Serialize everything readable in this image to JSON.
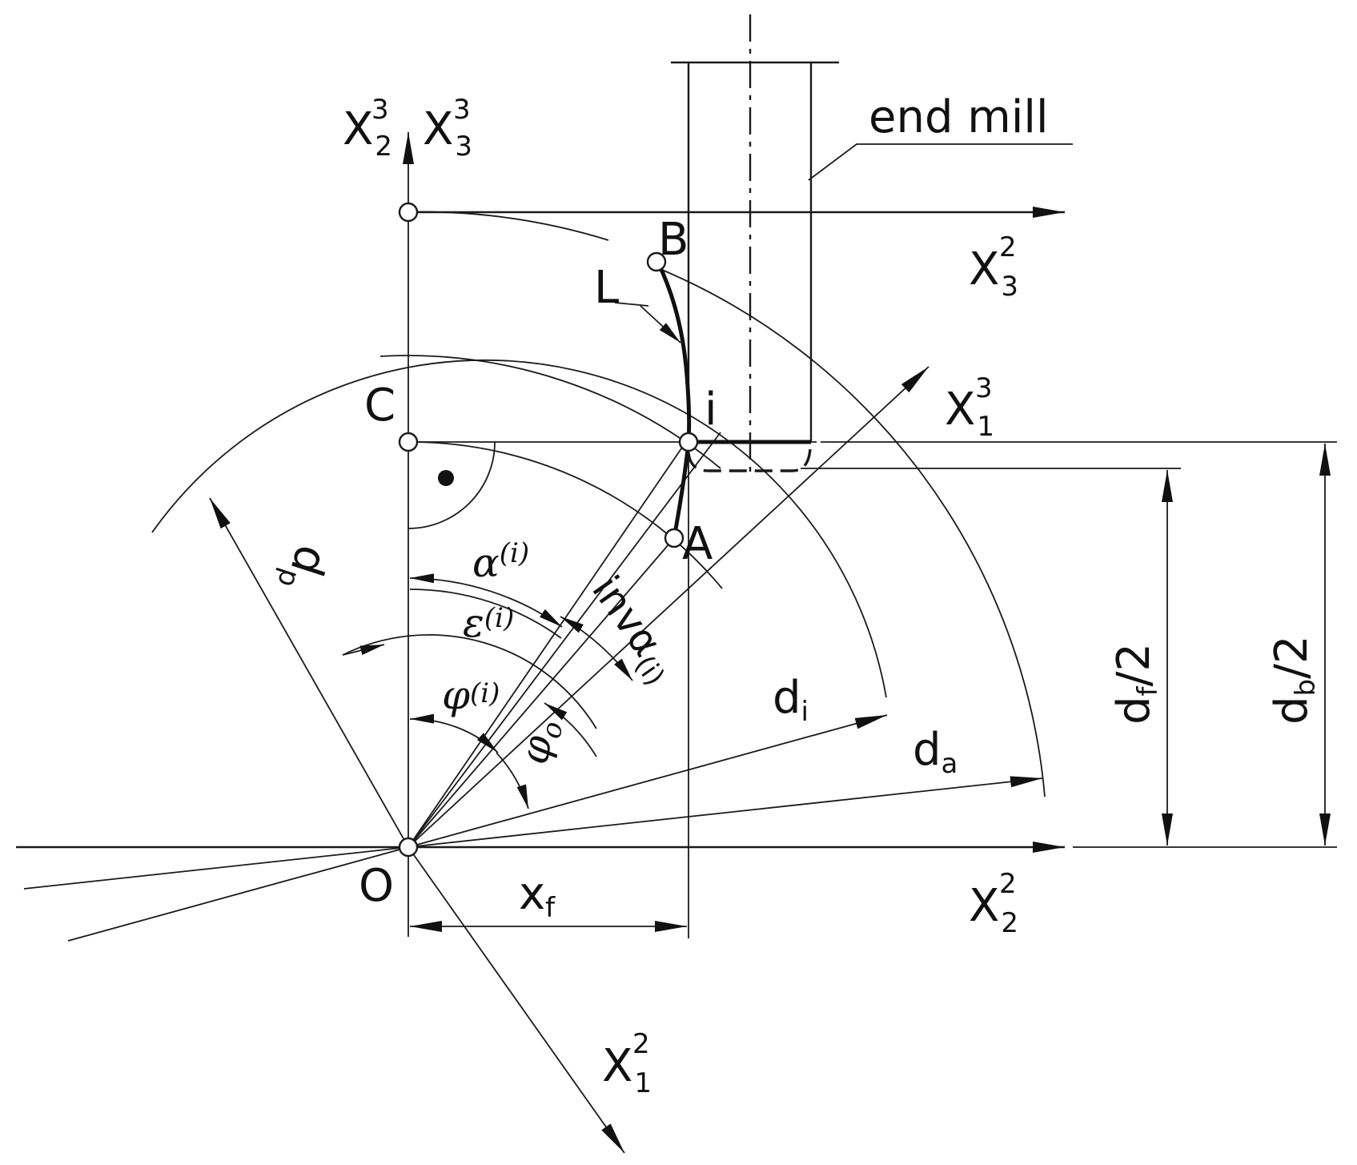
{
  "colors": {
    "ink": "#1a1a1a",
    "background": "#ffffff"
  },
  "labels": {
    "end_mill": "end mill",
    "axis_x2_3": "X",
    "axis_x2_3_sup": "3",
    "axis_x2_3_sub": "2",
    "axis_x3_3": "X",
    "axis_x3_3_sup": "3",
    "axis_x3_3_sub": "3",
    "axis_x3_2": "X",
    "axis_x3_2_sup": "2",
    "axis_x3_2_sub": "3",
    "axis_x1_3": "X",
    "axis_x1_3_sup": "3",
    "axis_x1_3_sub": "1",
    "axis_x2_2": "X",
    "axis_x2_2_sup": "2",
    "axis_x2_2_sub": "2",
    "axis_x1_2": "X",
    "axis_x1_2_sup": "2",
    "axis_x1_2_sub": "1",
    "point_B": "B",
    "point_L": "L",
    "point_C": "C",
    "point_i": "i",
    "point_A": "A",
    "point_O": "O",
    "alpha_i": "α",
    "alpha_i_sup": "(i)",
    "epsilon_i": "ε",
    "epsilon_i_sup": "(i)",
    "inv_alpha": "invα",
    "inv_alpha_sub": "(i)",
    "phi_i": "φ",
    "phi_i_sup": "(i)",
    "phi_o": "φ",
    "phi_o_sub": "o",
    "d_p": "d",
    "d_p_sub": "p",
    "d_i": "d",
    "d_i_sub": "i",
    "d_a": "d",
    "d_a_sub": "a",
    "x_f": "x",
    "x_f_sub": "f",
    "df_half": "d",
    "df_half_sub": "f",
    "df_half_div": "/2",
    "db_half": "d",
    "db_half_sub": "b",
    "db_half_div": "/2"
  }
}
